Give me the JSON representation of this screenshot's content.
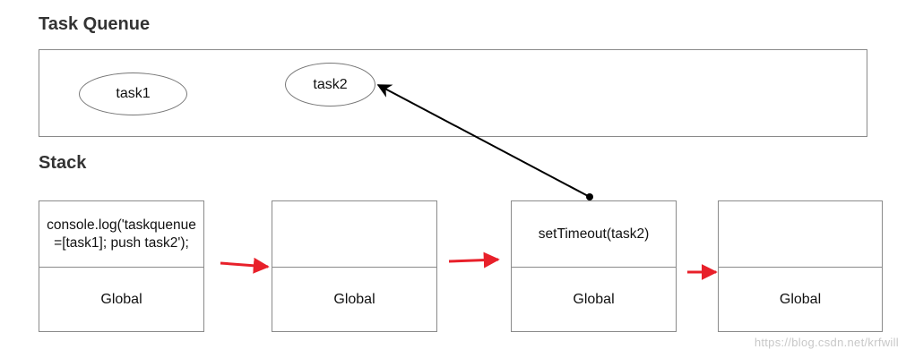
{
  "headings": {
    "task_queue": "Task Quenue",
    "stack": "Stack"
  },
  "queue": {
    "tasks": [
      "task1",
      "task2"
    ]
  },
  "stack_frames": [
    {
      "top": "console.log('taskquenue =[task1]; push task2');",
      "bottom": "Global"
    },
    {
      "top": "",
      "bottom": "Global"
    },
    {
      "top": "setTimeout(task2)",
      "bottom": "Global"
    },
    {
      "top": "",
      "bottom": "Global"
    }
  ],
  "colors": {
    "transition_arrow": "#e8202a",
    "push_arrow": "#000000",
    "border": "#8a8a8a"
  },
  "watermark": "https://blog.csdn.net/krfwill"
}
